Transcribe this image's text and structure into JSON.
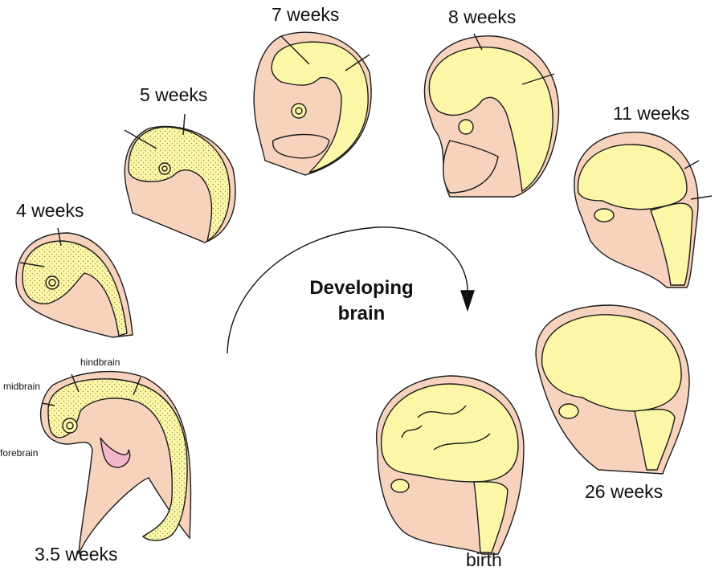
{
  "title": {
    "line1": "Developing",
    "line2": "brain"
  },
  "stages": {
    "w3_5": "3.5 weeks",
    "w4": "4 weeks",
    "w5": "5 weeks",
    "w7": "7 weeks",
    "w8": "8 weeks",
    "w11": "11 weeks",
    "w26": "26 weeks",
    "birth": "birth"
  },
  "parts": {
    "hindbrain": "hindbrain",
    "midbrain": "midbrain",
    "forebrain": "forebrain"
  },
  "colors": {
    "skin": "#f7d3bd",
    "brain": "#fbf7a6",
    "heart": "#f6b6c9",
    "outline": "#1b1b1b"
  }
}
